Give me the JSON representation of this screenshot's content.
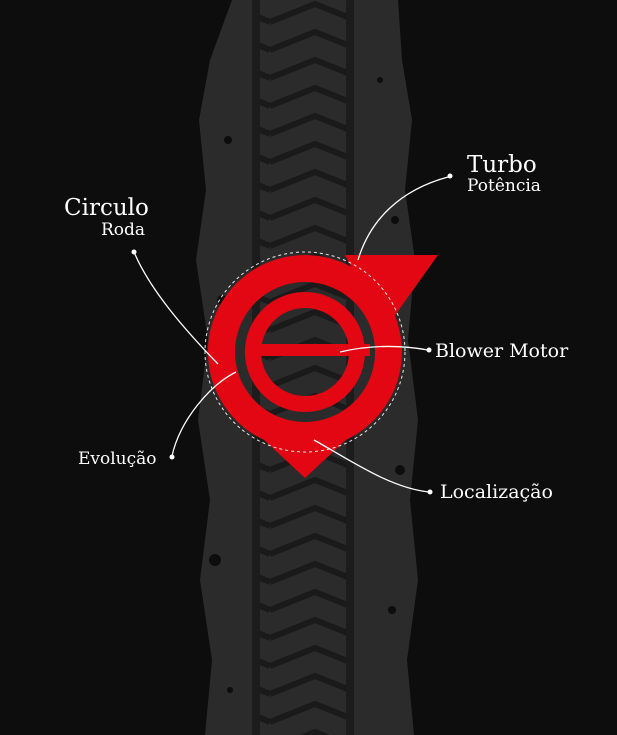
{
  "colors": {
    "background": "#0d0d0d",
    "track": "#2b2b2b",
    "tread": "#1a1a1a",
    "logo_red": "#e30613",
    "line": "#ffffff"
  },
  "labels": {
    "circulo": "Circulo",
    "roda": "Roda",
    "turbo": "Turbo",
    "potencia": "Potência",
    "blower_motor": "Blower Motor",
    "evolucao": "Evolução",
    "localizacao": "Localização"
  }
}
